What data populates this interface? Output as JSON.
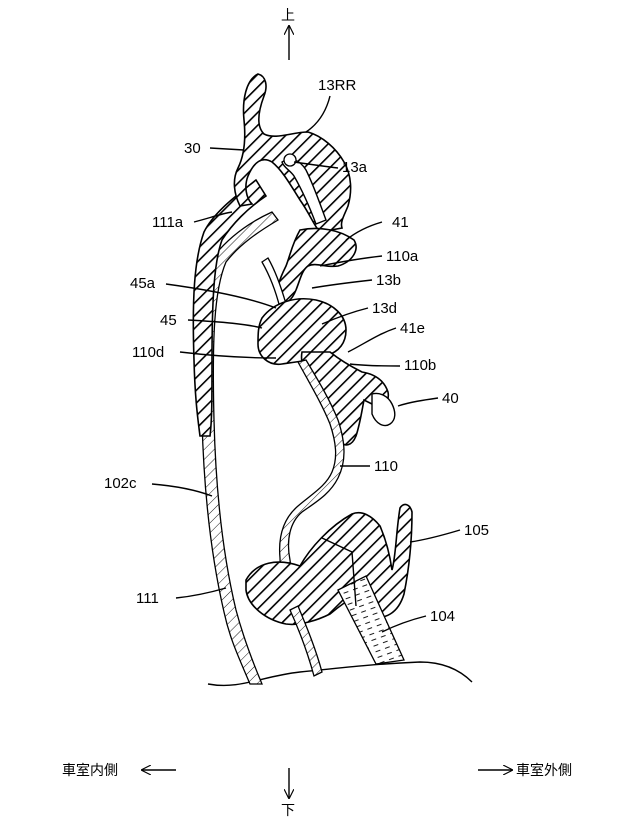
{
  "directions": {
    "up": "上",
    "down": "下",
    "interior": "車室内側",
    "exterior": "車室外側"
  },
  "labels": {
    "l13RR": "13RR",
    "l30": "30",
    "l13a": "13a",
    "l111a": "111a",
    "l41": "41",
    "l110a": "110a",
    "l13b": "13b",
    "l45a": "45a",
    "l13d": "13d",
    "l45": "45",
    "l41e": "41e",
    "l110d": "110d",
    "l110b": "110b",
    "l40": "40",
    "l110": "110",
    "l102c": "102c",
    "l105": "105",
    "l111": "111",
    "l104": "104"
  }
}
